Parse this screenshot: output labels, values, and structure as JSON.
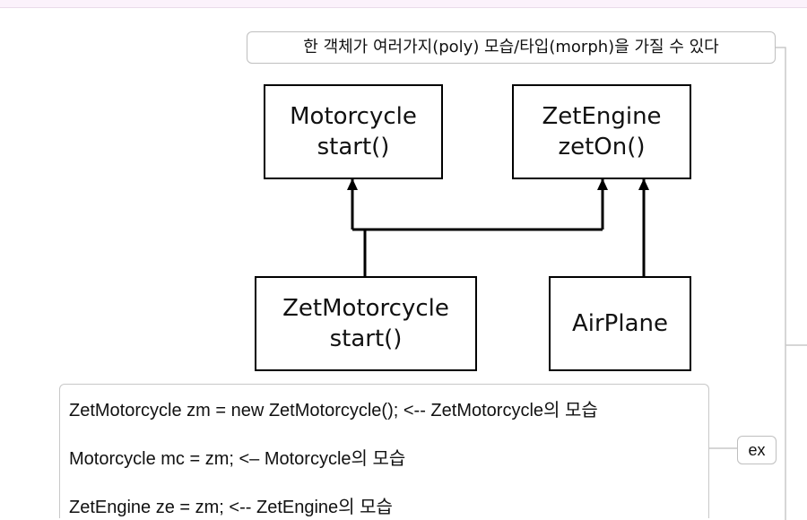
{
  "title": "한 객체가 여러가지(poly) 모습/타입(morph)을 가질 수 있다",
  "classes": {
    "motorcycle": {
      "name": "Motorcycle",
      "method": "start()"
    },
    "zet_engine": {
      "name": "ZetEngine",
      "method": "zetOn()"
    },
    "zet_motorcycle": {
      "name": "ZetMotorcycle",
      "method": "start()"
    },
    "airplane": {
      "name": "AirPlane"
    }
  },
  "code_lines": [
    "ZetMotorcycle zm = new ZetMotorcycle(); <-- ZetMotorcycle의 모습",
    "Motorcycle mc = zm; <– Motorcycle의 모습",
    "ZetEngine ze = zm; <-- ZetEngine의 모습"
  ],
  "ex_label": "ex"
}
